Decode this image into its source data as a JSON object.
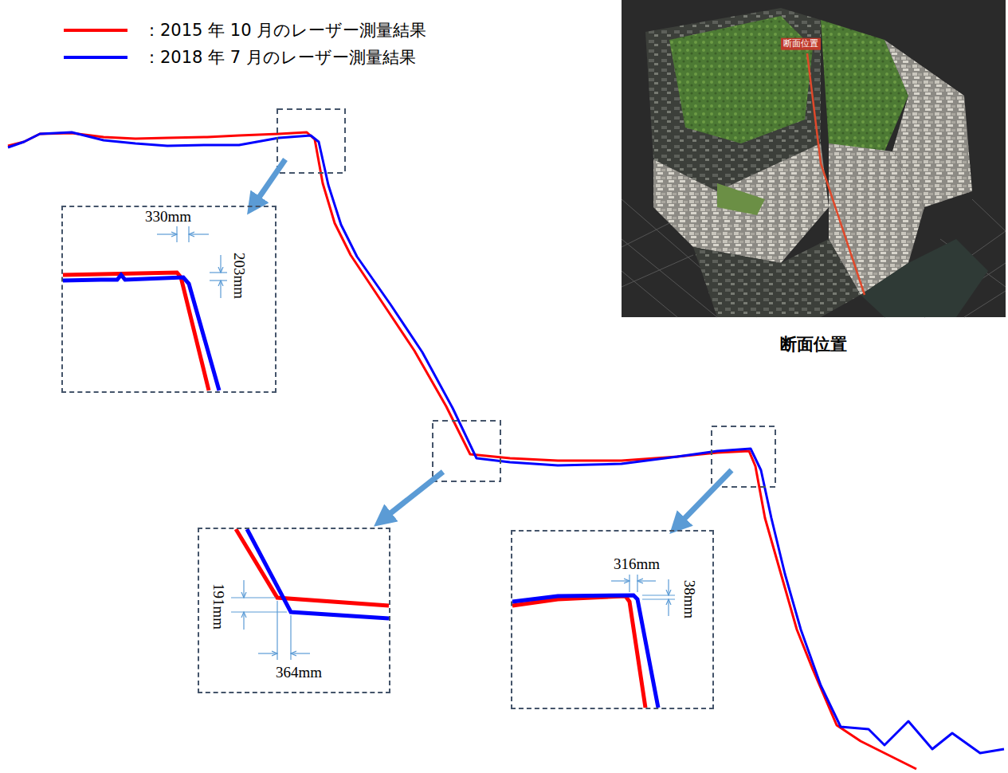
{
  "diagram": {
    "nodes": [
      {
        "text": [
          "断面位置",
          "断面位置"
        ]
      },
      {
        "text": [
          "330mm",
          "203mm"
        ]
      },
      {
        "text": [
          "191mm",
          "364mm"
        ]
      },
      {
        "text": [
          "316mm",
          "38mm"
        ]
      }
    ],
    "legend": [
      {
        "text": "：2015 年 10 月のレーザー測量結果",
        "color": "#ff0000"
      },
      {
        "text": "：2018 年 7 月のレーザー測量結果",
        "color": "#0000ff"
      }
    ]
  }
}
